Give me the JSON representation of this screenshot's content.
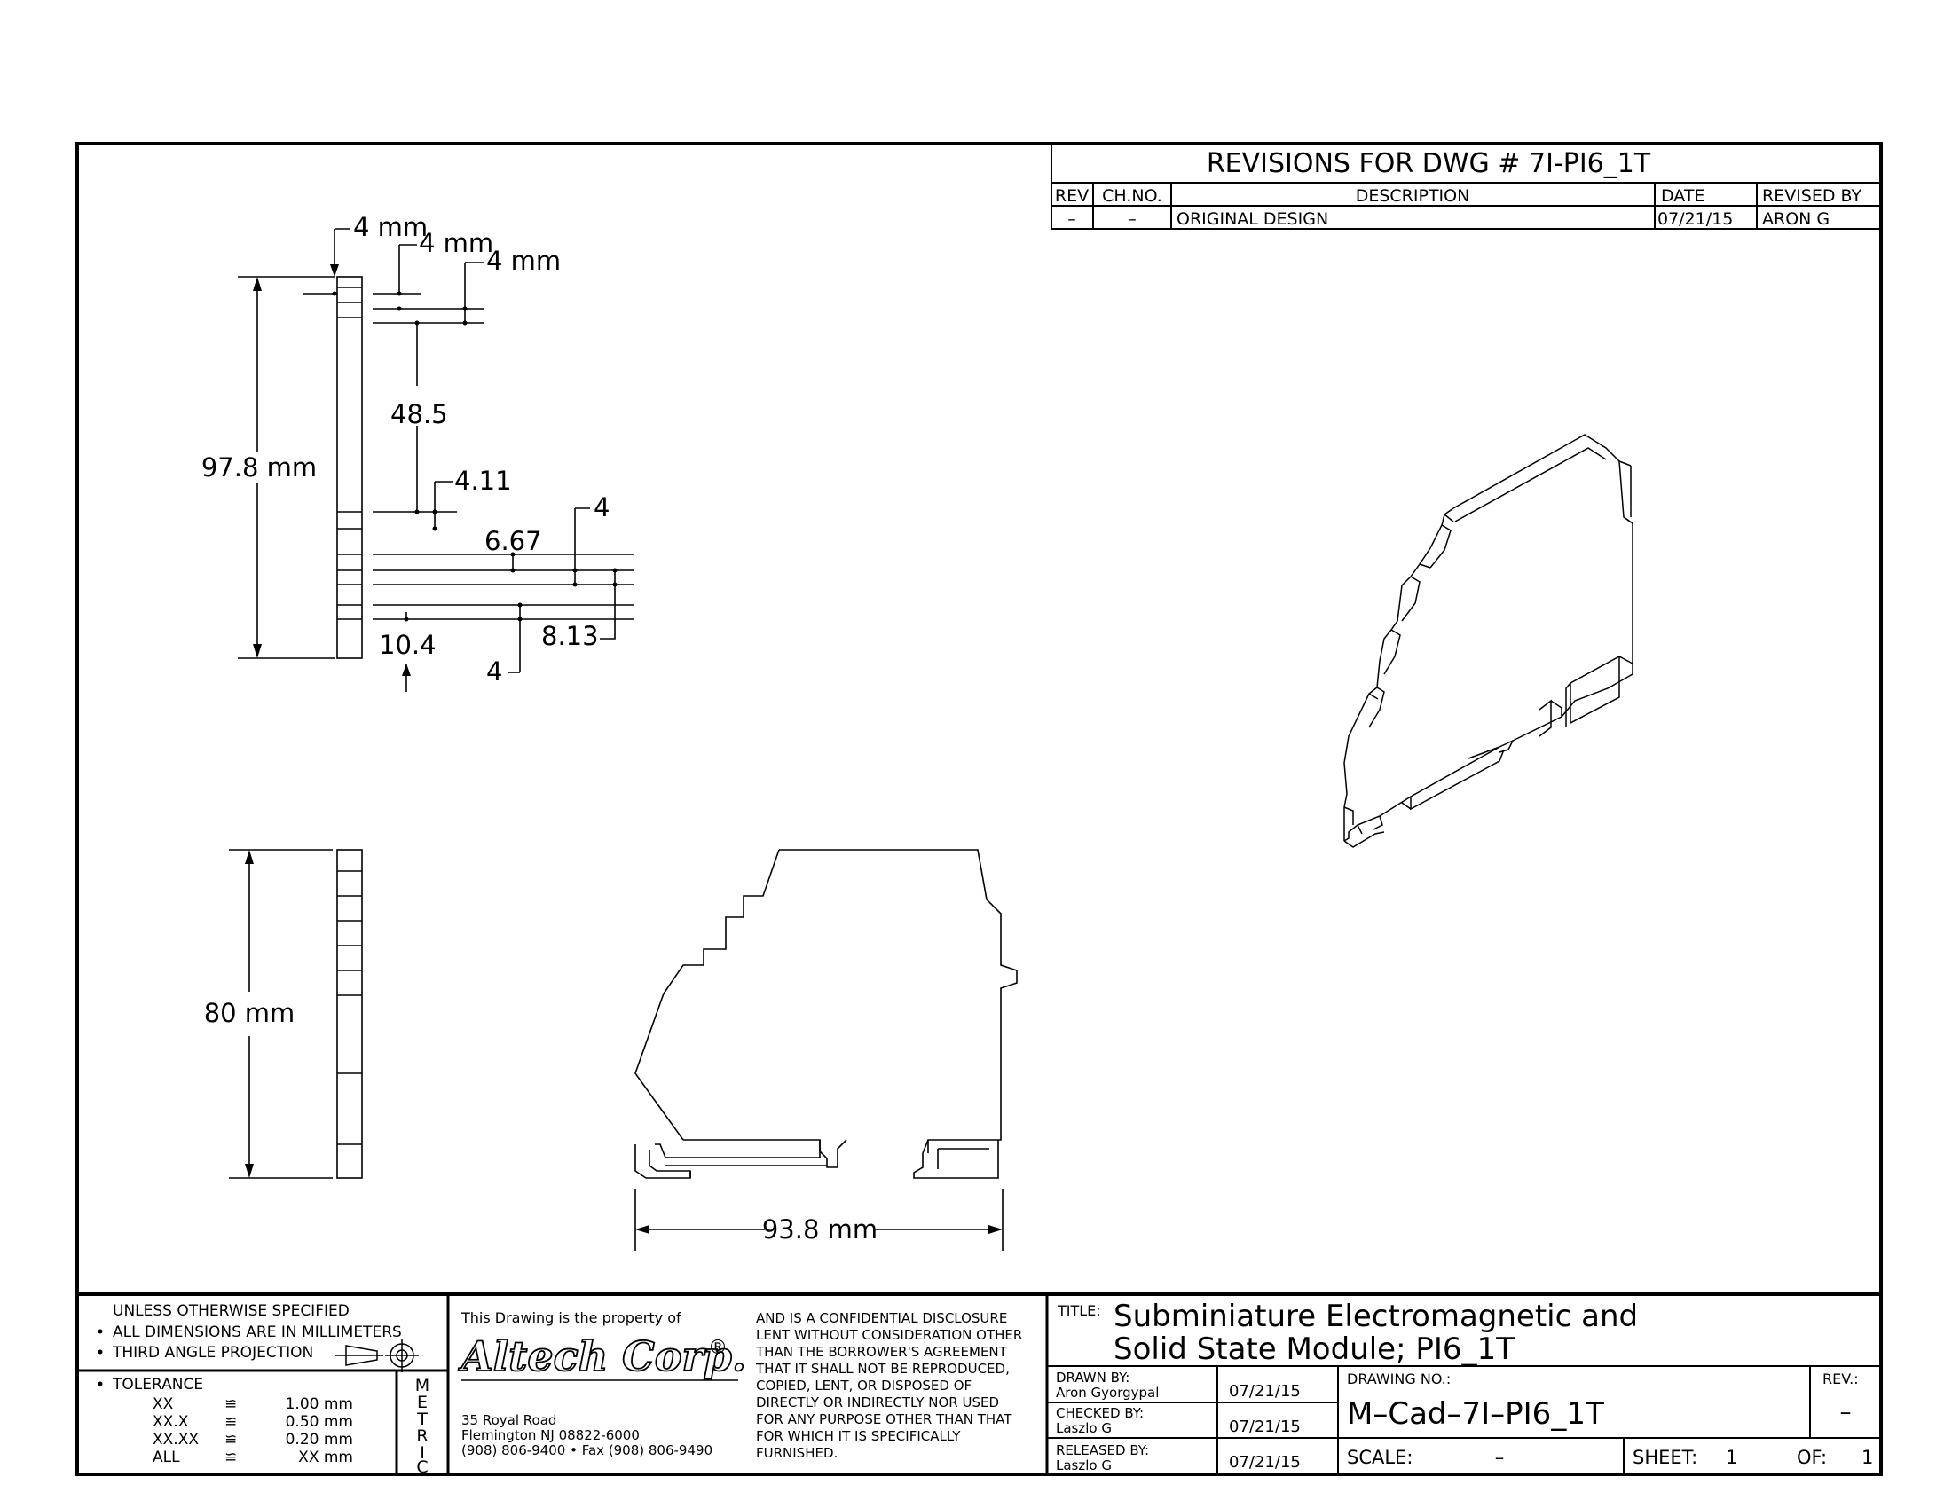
{
  "revisions": {
    "title": "REVISIONS FOR DWG # 7I-PI6_1T",
    "headers": {
      "rev": "REV",
      "chno": "CH.NO.",
      "description": "DESCRIPTION",
      "date": "DATE",
      "revised_by": "REVISED BY"
    },
    "row": {
      "rev": "–",
      "chno": "–",
      "description": "ORIGINAL DESIGN",
      "date": "07/21/15",
      "revised_by": "ARON G"
    }
  },
  "side_view_top": {
    "overall_height": "97.8 mm",
    "dims": [
      "4 mm",
      "4 mm",
      "4 mm",
      "48.5",
      "4.11",
      "6.67",
      "4",
      "10.4",
      "8.13",
      "4"
    ]
  },
  "side_view_bottom": {
    "overall_height": "80 mm"
  },
  "front_view": {
    "overall_width": "93.8 mm"
  },
  "notes": {
    "line1": "UNLESS OTHERWISE SPECIFIED",
    "line2": "ALL DIMENSIONS ARE IN MILLIMETERS",
    "line3": "THIRD ANGLE PROJECTION",
    "tolerance_label": "TOLERANCE",
    "tolerances": [
      {
        "k": "XX",
        "sym": "≌",
        "v": "1.00 mm"
      },
      {
        "k": "XX.X",
        "sym": "≌",
        "v": "0.50 mm"
      },
      {
        "k": "XX.XX",
        "sym": "≌",
        "v": "0.20 mm"
      },
      {
        "k": "ALL",
        "sym": "≌",
        "v": "XX mm"
      }
    ],
    "metric": [
      "M",
      "E",
      "T",
      "R",
      "I",
      "C"
    ]
  },
  "company": {
    "property_text": "This Drawing is the property of",
    "name": "Altech Corp.",
    "reg": "®",
    "address1": "35 Royal Road",
    "address2": "Flemington NJ 08822-6000",
    "phone": "(908) 806-9400 • Fax (908) 806-9490",
    "disclaimer": [
      "AND IS A CONFIDENTIAL DISCLOSURE",
      "LENT WITHOUT CONSIDERATION OTHER",
      "THAN THE BORROWER'S AGREEMENT",
      "THAT IT SHALL NOT BE REPRODUCED,",
      "COPIED, LENT, OR DISPOSED OF",
      "DIRECTLY OR INDIRECTLY NOR USED",
      "FOR ANY PURPOSE OTHER THAN THAT",
      "FOR WHICH IT IS SPECIFICALLY",
      "FURNISHED."
    ]
  },
  "title_block": {
    "title_label": "TITLE:",
    "title_line1": "Subminiature Electromagnetic and",
    "title_line2": "Solid State Module; PI6_1T",
    "drawn_by_label": "DRAWN BY:",
    "drawn_by": "Aron Gyorgypal",
    "drawn_date": "07/21/15",
    "checked_by_label": "CHECKED BY:",
    "checked_by": "Laszlo G",
    "checked_date": "07/21/15",
    "released_by_label": "RELEASED BY:",
    "released_by": "Laszlo G",
    "released_date": "07/21/15",
    "drawing_no_label": "DRAWING NO.:",
    "drawing_no": "M–Cad–7I–PI6_1T",
    "rev_label": "REV.:",
    "rev": "–",
    "scale_label": "SCALE:",
    "scale": "–",
    "sheet_label": "SHEET:",
    "sheet": "1",
    "of_label": "OF:",
    "of": "1"
  }
}
